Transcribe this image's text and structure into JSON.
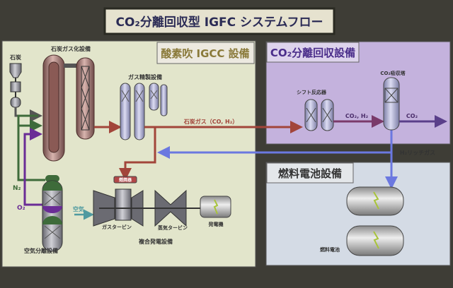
{
  "title": "CO₂分離回収型 IGFC システムフロー",
  "sections": {
    "igcc": "酸素吹 IGCC 設備",
    "co2_capture": "CO₂分離回収設備",
    "fuel_cell": "燃料電池設備"
  },
  "labels": {
    "coal": "石炭",
    "gasifier": "石炭ガス化設備",
    "gas_cleanup": "ガス精製設備",
    "coal_gas": "石炭ガス（CO, H₂）",
    "shift_reactor": "シフト反応器",
    "co2_absorber": "CO₂吸収塔",
    "co2_h2": "CO₂, H₂",
    "co2": "CO₂",
    "h2_rich_gas": "H₂リッチガス",
    "n2": "N₂",
    "o2": "O₂",
    "asu": "空気分離設備",
    "combustor": "燃焼器",
    "air": "空気",
    "gas_turbine": "ガスタービン",
    "steam_turbine": "蒸気タービン",
    "generator": "発電機",
    "combined_cycle": "複合発電設備",
    "fuel_cell_unit": "燃料電池"
  },
  "colors": {
    "coal_gas_line": "#a2453a",
    "n2_line": "#3e6b3a",
    "o2_line": "#6a2c96",
    "air_line": "#4f9aa0",
    "h2_line": "#6b78e0",
    "co2_line": "#5a3f8a",
    "igcc_panel": "#e2e5cb",
    "co2_panel": "#c4b2dd",
    "fc_panel": "#d4dbe5"
  }
}
